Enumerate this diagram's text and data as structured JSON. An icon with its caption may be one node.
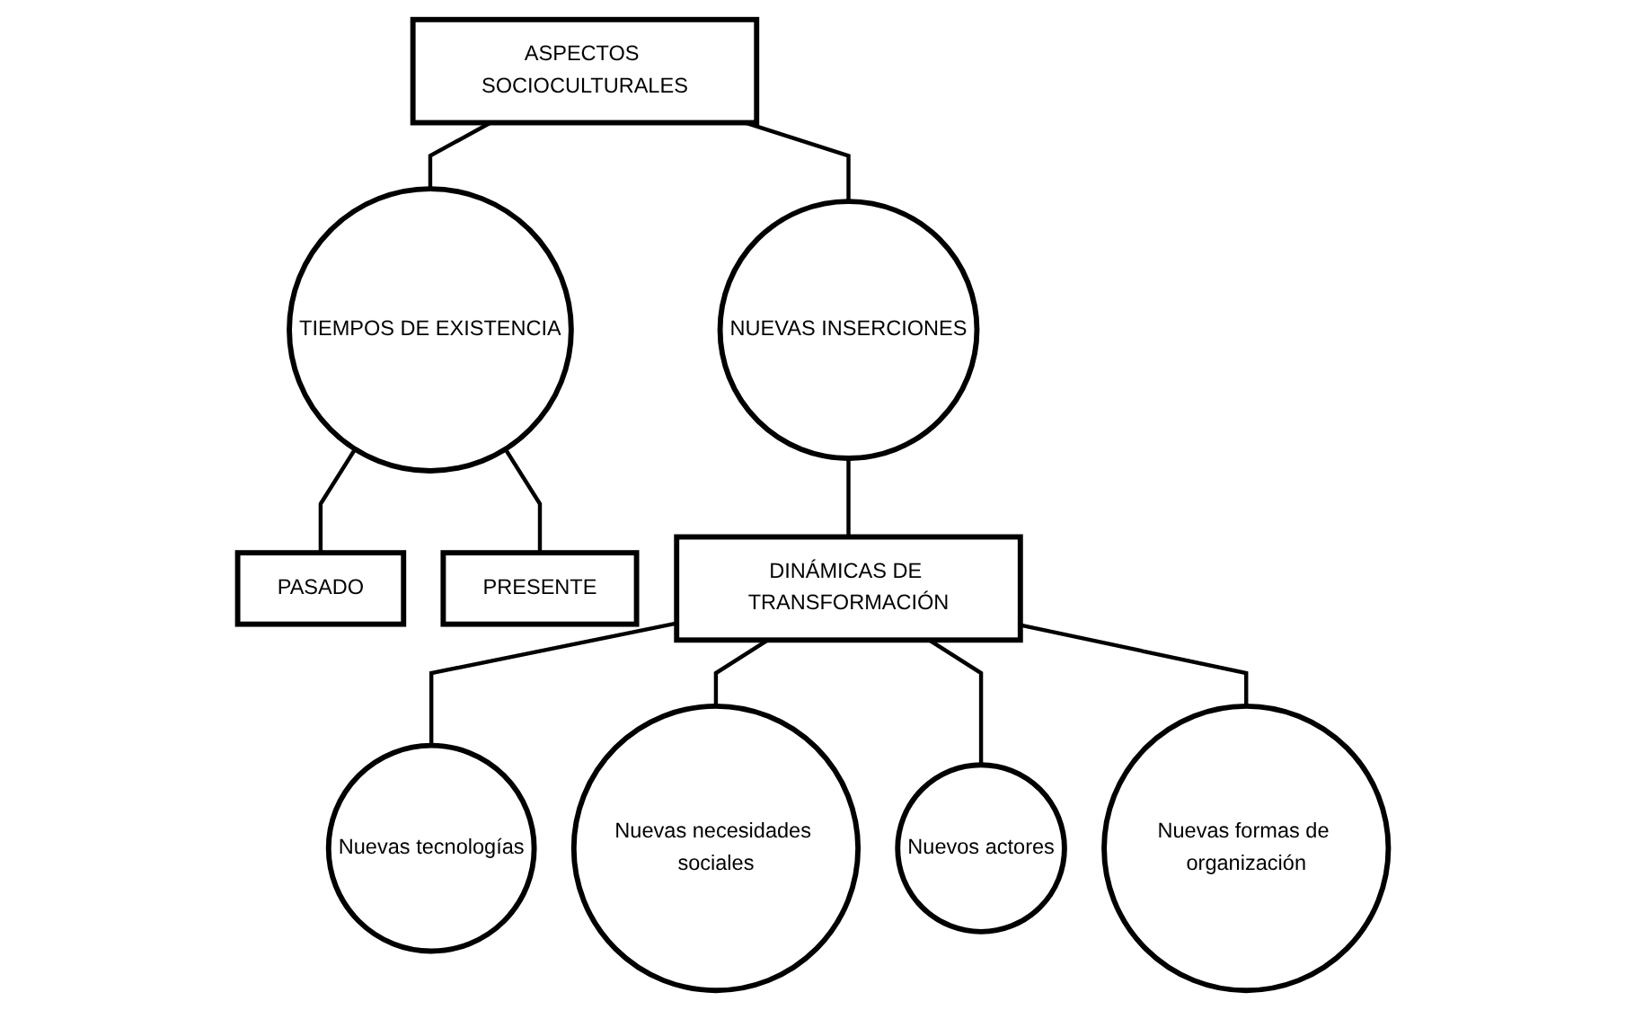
{
  "diagram": {
    "nodes": [
      {
        "text": [
          "ASPECTOS SOCIOCULTURALES"
        ]
      },
      {
        "text": [
          "TIEMPOS DE EXISTENCIA"
        ]
      },
      {
        "text": [
          "NUEVAS INSERCIONES"
        ]
      },
      {
        "text": [
          "PASADO"
        ]
      },
      {
        "text": [
          "PRESENTE"
        ]
      },
      {
        "text": [
          "DINÁMICAS DE TRANSFORMACIÓN"
        ]
      },
      {
        "text": [
          "Nuevas tecnologías"
        ]
      },
      {
        "text": [
          "Nuevas necesidades sociales"
        ]
      },
      {
        "text": [
          "Nuevos actores"
        ]
      },
      {
        "text": [
          "Nuevas formas de organización"
        ]
      }
    ],
    "edges": [
      {
        "from": 0,
        "to": 1,
        "arrow": "none"
      },
      {
        "from": 0,
        "to": 2,
        "arrow": "none"
      },
      {
        "from": 1,
        "to": 3,
        "arrow": "none"
      },
      {
        "from": 1,
        "to": 4,
        "arrow": "none"
      },
      {
        "from": 2,
        "to": 5,
        "arrow": "none"
      },
      {
        "from": 5,
        "to": 6,
        "arrow": "none"
      },
      {
        "from": 5,
        "to": 7,
        "arrow": "none"
      },
      {
        "from": 5,
        "to": 8,
        "arrow": "none"
      },
      {
        "from": 5,
        "to": 9,
        "arrow": "none"
      }
    ]
  }
}
